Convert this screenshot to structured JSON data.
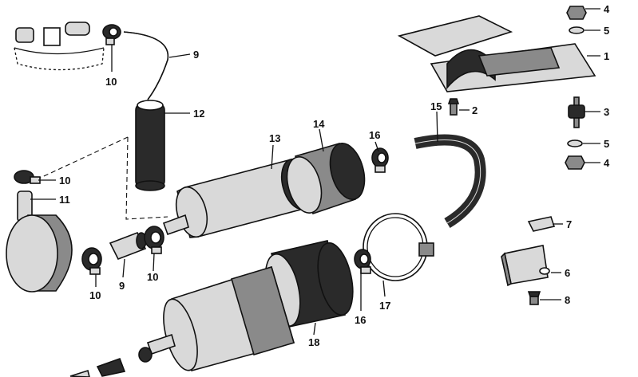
{
  "diagram": {
    "callouts": [
      {
        "id": "c1",
        "text": "1"
      },
      {
        "id": "c2",
        "text": "2"
      },
      {
        "id": "c3",
        "text": "3"
      },
      {
        "id": "c4a",
        "text": "4"
      },
      {
        "id": "c4b",
        "text": "4"
      },
      {
        "id": "c5a",
        "text": "5"
      },
      {
        "id": "c5b",
        "text": "5"
      },
      {
        "id": "c6",
        "text": "6"
      },
      {
        "id": "c7",
        "text": "7"
      },
      {
        "id": "c8",
        "text": "8"
      },
      {
        "id": "c9a",
        "text": "9"
      },
      {
        "id": "c9b",
        "text": "9"
      },
      {
        "id": "c10a",
        "text": "10"
      },
      {
        "id": "c10b",
        "text": "10"
      },
      {
        "id": "c10c",
        "text": "10"
      },
      {
        "id": "c10d",
        "text": "10"
      },
      {
        "id": "c11",
        "text": "11"
      },
      {
        "id": "c12",
        "text": "12"
      },
      {
        "id": "c13",
        "text": "13"
      },
      {
        "id": "c14",
        "text": "14"
      },
      {
        "id": "c15",
        "text": "15"
      },
      {
        "id": "c16a",
        "text": "16"
      },
      {
        "id": "c16b",
        "text": "16"
      },
      {
        "id": "c17",
        "text": "17"
      },
      {
        "id": "c18",
        "text": "18"
      }
    ]
  }
}
